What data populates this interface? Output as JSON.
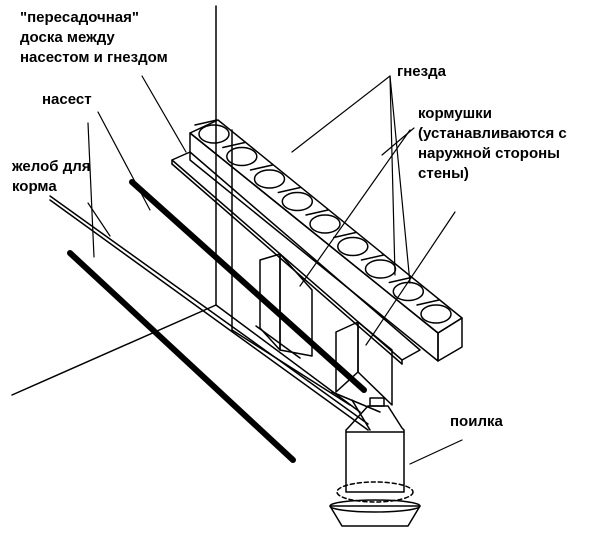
{
  "labels": {
    "transfer_board": [
      "\"пересадочная\"",
      "доска между",
      "насестом и гнездом"
    ],
    "perch": "насест",
    "trough": [
      "желоб для",
      "корма"
    ],
    "nests": "гнезда",
    "feeders": [
      "кормушки",
      "(устанавливаются с",
      "наружной стороны",
      "стены)"
    ],
    "drinker": "поилка"
  },
  "colors": {
    "ink": "#000000",
    "background": "#ffffff"
  },
  "nest_count": 9
}
